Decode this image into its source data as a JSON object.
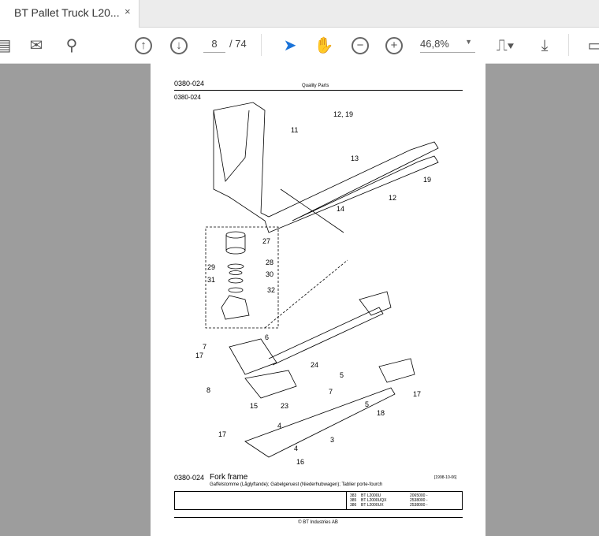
{
  "tab": {
    "title": "BT Pallet Truck L20...",
    "close": "×"
  },
  "toolbar": {
    "page_current": "8",
    "page_total": "/ 74",
    "zoom": "46,8%"
  },
  "icons": {
    "print": "print-icon",
    "mail": "mail-icon",
    "search": "search-icon",
    "prev": "arrow-up-circle-icon",
    "next": "arrow-down-circle-icon",
    "select": "cursor-icon",
    "hand": "hand-icon",
    "zoom_out": "minus-circle-icon",
    "zoom_in": "plus-circle-icon",
    "fit": "fit-page-icon",
    "scroll": "scroll-mode-icon",
    "comment": "comment-icon"
  },
  "colors": {
    "accent": "#1a73d9",
    "bg": "#9d9d9d"
  },
  "doc": {
    "header_code": "0380-024",
    "header_center": "Quality Parts",
    "sub_code": "0380-024",
    "callouts": [
      "11",
      "12, 19",
      "13",
      "19",
      "12",
      "14",
      "27",
      "28",
      "29",
      "30",
      "31",
      "32",
      "6",
      "7",
      "17",
      "24",
      "8",
      "15",
      "23",
      "7",
      "5",
      "17",
      "5",
      "18",
      "4",
      "3",
      "17",
      "4",
      "16"
    ],
    "caption_code": "0380-024",
    "caption_title": "Fork frame",
    "caption_date": "[1998-10-06]",
    "caption_sub": "Gaffelstomme (Låglyftande); Gabelgeruest (Niederhubwagen); Tablier porte-fourch",
    "models": [
      {
        "code": "383",
        "model": "BT L2000U",
        "serial": "2065000 -"
      },
      {
        "code": "385",
        "model": "BT L2000UQX",
        "serial": "2538000 -"
      },
      {
        "code": "386",
        "model": "BT L2000UX",
        "serial": "2538000 -"
      }
    ],
    "footer": "© BT Industries AB"
  }
}
